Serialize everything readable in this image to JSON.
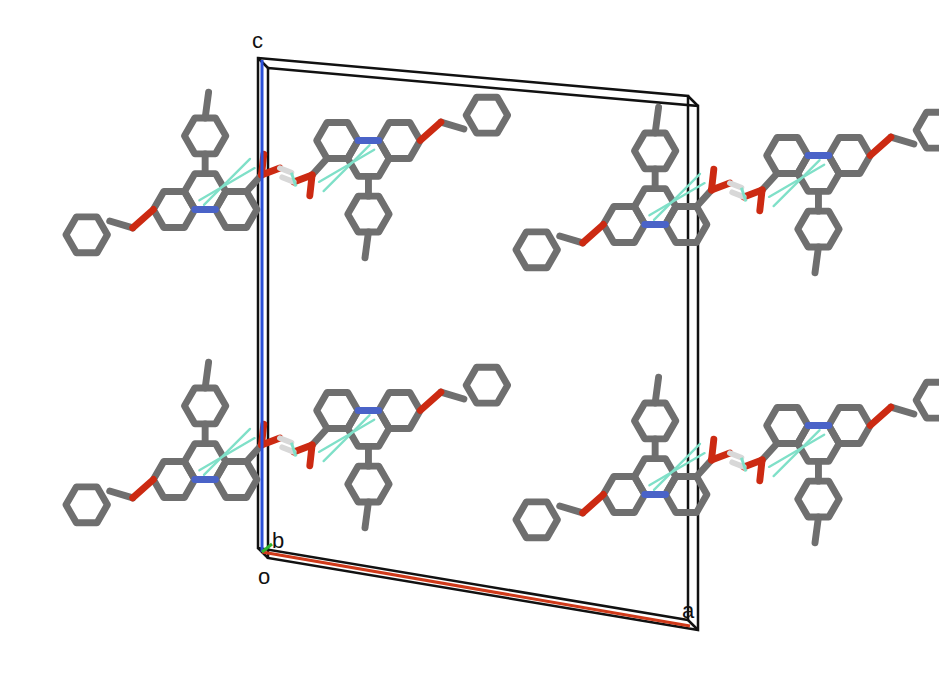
{
  "diagram": {
    "labels": [
      "c",
      "b",
      "o",
      "a"
    ]
  }
}
